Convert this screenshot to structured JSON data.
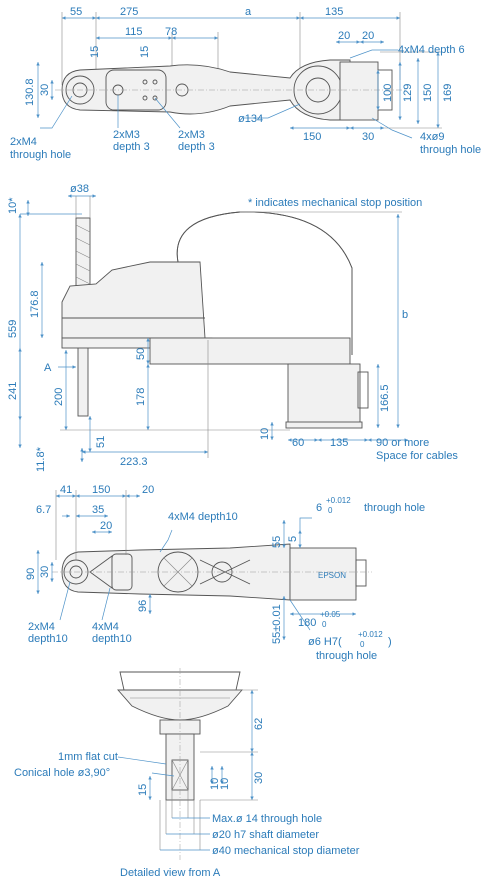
{
  "top_view": {
    "dims": {
      "d55": "55",
      "d275": "275",
      "da": "a",
      "d135": "135",
      "d115": "115",
      "d78": "78",
      "d15a": "15",
      "d15b": "15",
      "d20a": "20",
      "d20b": "20",
      "d130_8": "130.8",
      "d30": "30",
      "d100": "100",
      "d129": "129",
      "d150v": "150",
      "d169": "169",
      "d150h": "150",
      "d30h": "30",
      "phi134": "ø134"
    },
    "notes": {
      "n4xM4": "4xM4 depth 6",
      "n2xM4_1": "2xM4",
      "n2xM4_2": "through hole",
      "n2xM3a_1": "2xM3",
      "n2xM3a_2": "depth 3",
      "n2xM3b_1": "2xM3",
      "n2xM3b_2": "depth 3",
      "n4x9_1": "4xø9",
      "n4x9_2": "through hole"
    }
  },
  "side_view": {
    "note": "* indicates mechanical stop position",
    "dims": {
      "d10": "10*",
      "phi38": "ø38",
      "d559": "559",
      "d176_8": "176.8",
      "d241": "241",
      "d200": "200",
      "d50": "50",
      "d178": "178",
      "d51": "51",
      "d11_8": "11.8*",
      "d223_3": "223.3",
      "d10b": "10",
      "d60": "60",
      "d135": "135",
      "d166_5": "166.5",
      "db": "b",
      "dA": "A"
    },
    "cables": {
      "line1": "90 or more",
      "line2": "Space for cables"
    }
  },
  "bottom_view": {
    "dims": {
      "d41": "41",
      "d150": "150",
      "d20": "20",
      "d6_7": "6.7",
      "d35": "35",
      "d20b": "20",
      "d90": "90",
      "d30": "30",
      "d96": "96",
      "d55": "55",
      "d5": "5",
      "d55tol": "55±0.01",
      "d6": "6",
      "d180": "180",
      "tol_012": "+0.012",
      "tol_0": "0",
      "tol_05": "+0.05",
      "tol_0b": "0",
      "tol_012b": "+0.012",
      "tol_0c": "0"
    },
    "notes": {
      "n4xM4d10": "4xM4 depth10",
      "through": "through hole",
      "n2xM4_1": "2xM4",
      "n2xM4_2": "depth10",
      "n4xM4_1": "4xM4",
      "n4xM4_2": "depth10",
      "phi6": "ø6 H7(",
      "phi6_close": ")",
      "phi6_2": "through hole"
    },
    "label": "EPSON"
  },
  "detail_view": {
    "dims": {
      "d62": "62",
      "d15": "15",
      "d10a": "10",
      "d10b": "10",
      "d30": "30"
    },
    "notes": {
      "flat": "1mm flat cut",
      "conical": "Conical hole ø3,90°",
      "max14": "Max.ø 14 through hole",
      "shaft20": "ø20 h7 shaft diameter",
      "stop40": "ø40 mechanical stop diameter"
    },
    "caption": "Detailed view from A"
  }
}
